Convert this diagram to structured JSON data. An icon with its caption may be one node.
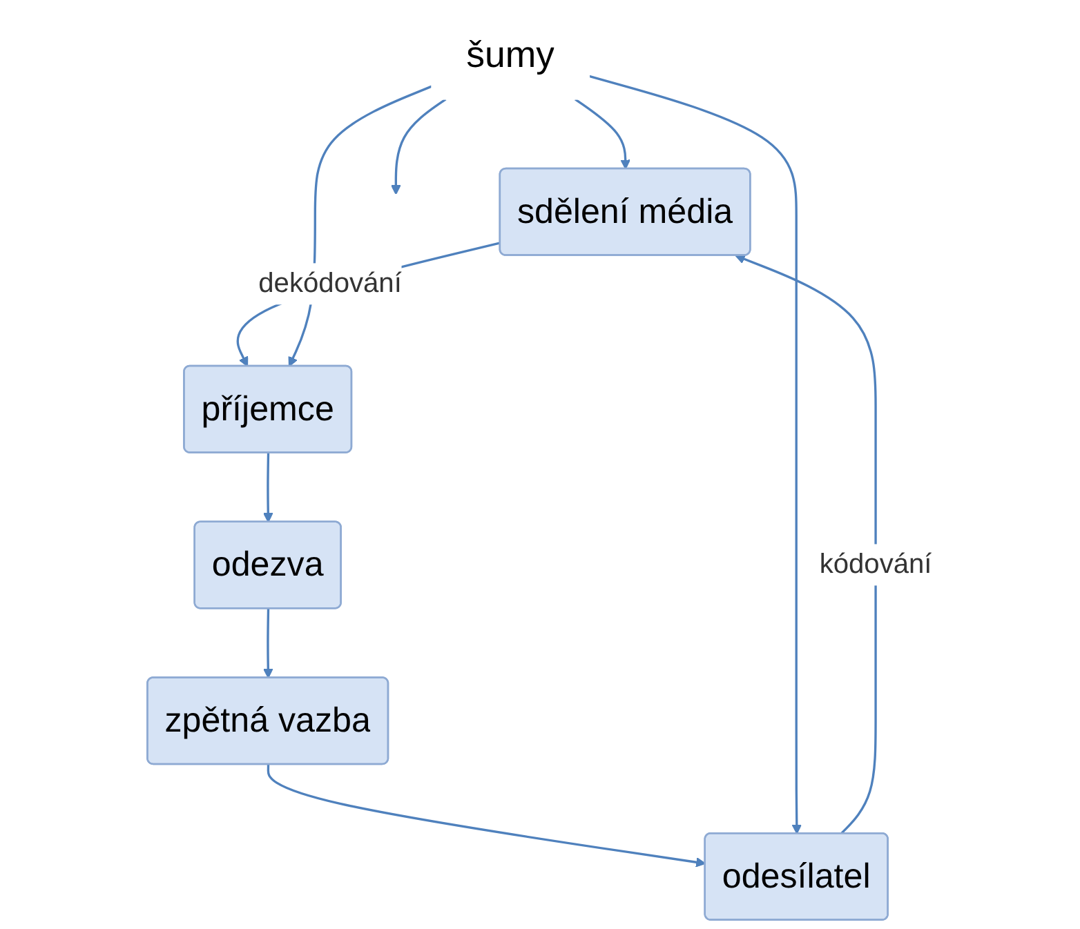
{
  "diagram": {
    "nodes": [
      {
        "text": [
          "sdělení média"
        ]
      },
      {
        "text": [
          "příjemce"
        ]
      },
      {
        "text": [
          "odezva"
        ]
      },
      {
        "text": [
          "zpětná vazba"
        ]
      },
      {
        "text": [
          "odesílatel"
        ]
      },
      {
        "text": [
          "šumy"
        ]
      }
    ],
    "edges": [
      {
        "from": 4,
        "to": 0,
        "arrow": "to",
        "label": "kódování"
      },
      {
        "from": 0,
        "to": 1,
        "arrow": "to",
        "label": "dekódování"
      },
      {
        "from": 1,
        "to": 2,
        "arrow": "to"
      },
      {
        "from": 2,
        "to": 3,
        "arrow": "to"
      },
      {
        "from": 3,
        "to": 4,
        "arrow": "to"
      },
      {
        "from": 5,
        "to": 0,
        "arrow": "to"
      },
      {
        "from": 5,
        "to": 4,
        "arrow": "to"
      },
      {
        "from": 5,
        "to": 1,
        "arrow": "to"
      },
      {
        "from": 5,
        "to": null,
        "arrow": "to"
      }
    ]
  }
}
